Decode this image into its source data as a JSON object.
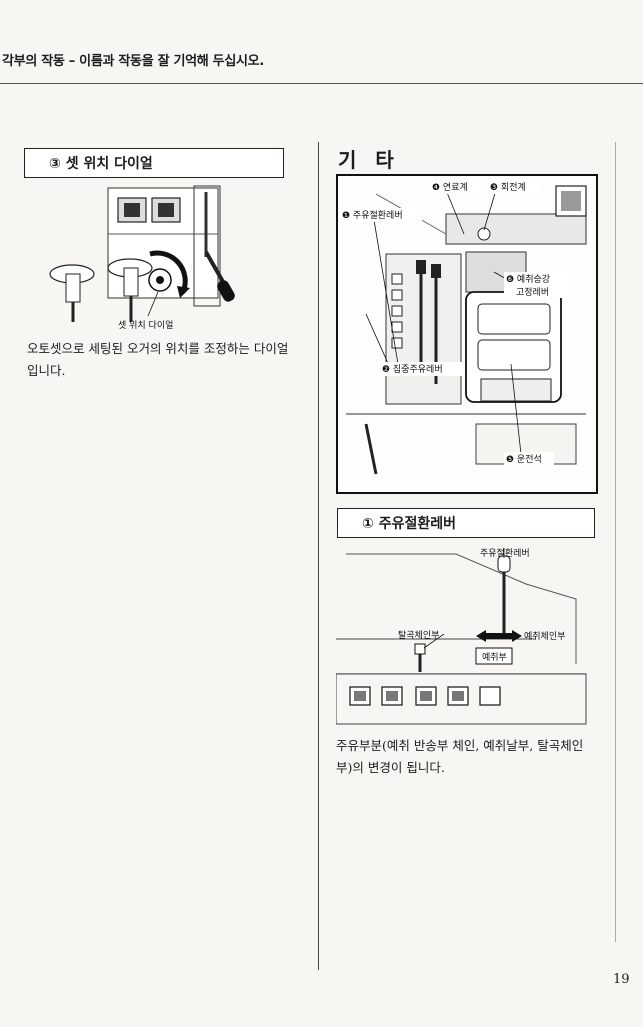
{
  "header": {
    "title": "각부의 작동 – 이름과 작동을 잘 기억해 두십시오."
  },
  "left": {
    "section_title": "③ 셋 위치 다이얼",
    "figure_label": "셋 위치 다이얼",
    "description": "오토셋으로 세팅된 오거의 위치를 조정하는 다이얼입니다."
  },
  "right": {
    "section_title": "기 타",
    "overview": {
      "labels": {
        "lever1": "❶ 주유절환레버",
        "fuel": "❹ 연료계",
        "tacho": "❸ 회전계",
        "lever6a": "❻ 예취승강",
        "lever6b": "고정레버",
        "lever2": "❷ 집중주유레버",
        "seat": "❺ 운전석"
      }
    },
    "sub_section_title": "① 주유절환레버",
    "detail": {
      "labels": {
        "top": "주유절환레버",
        "left": "탈곡체인부",
        "right": "예취체인부",
        "box": "예취부"
      }
    },
    "description": "주유부분(예취 반송부 체인, 예취날부, 탈곡체인부)의 변경이 됩니다."
  },
  "footer": {
    "page_number": "19"
  }
}
